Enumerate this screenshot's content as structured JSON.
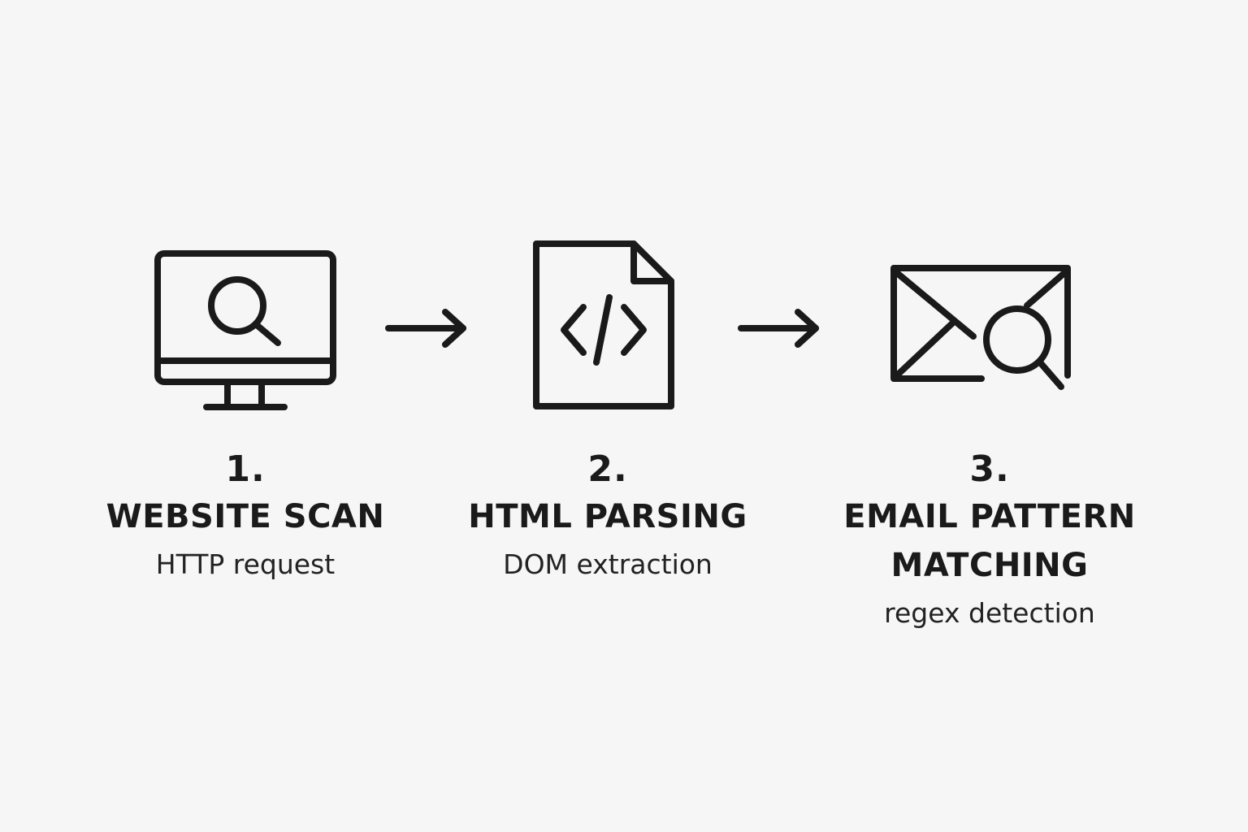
{
  "steps": [
    {
      "number": "1.",
      "title": "WEBSITE SCAN",
      "subtitle": "HTTP request",
      "icon": "monitor-search-icon"
    },
    {
      "number": "2.",
      "title": "HTML PARSING",
      "subtitle": "DOM extraction",
      "icon": "code-document-icon"
    },
    {
      "number": "3.",
      "title": "EMAIL PATTERN MATCHING",
      "title_line1": "EMAIL PATTERN",
      "title_line2": "MATCHING",
      "subtitle": "regex detection",
      "icon": "envelope-search-icon"
    }
  ],
  "colors": {
    "background": "#f6f6f6",
    "ink": "#1a1a1a"
  }
}
